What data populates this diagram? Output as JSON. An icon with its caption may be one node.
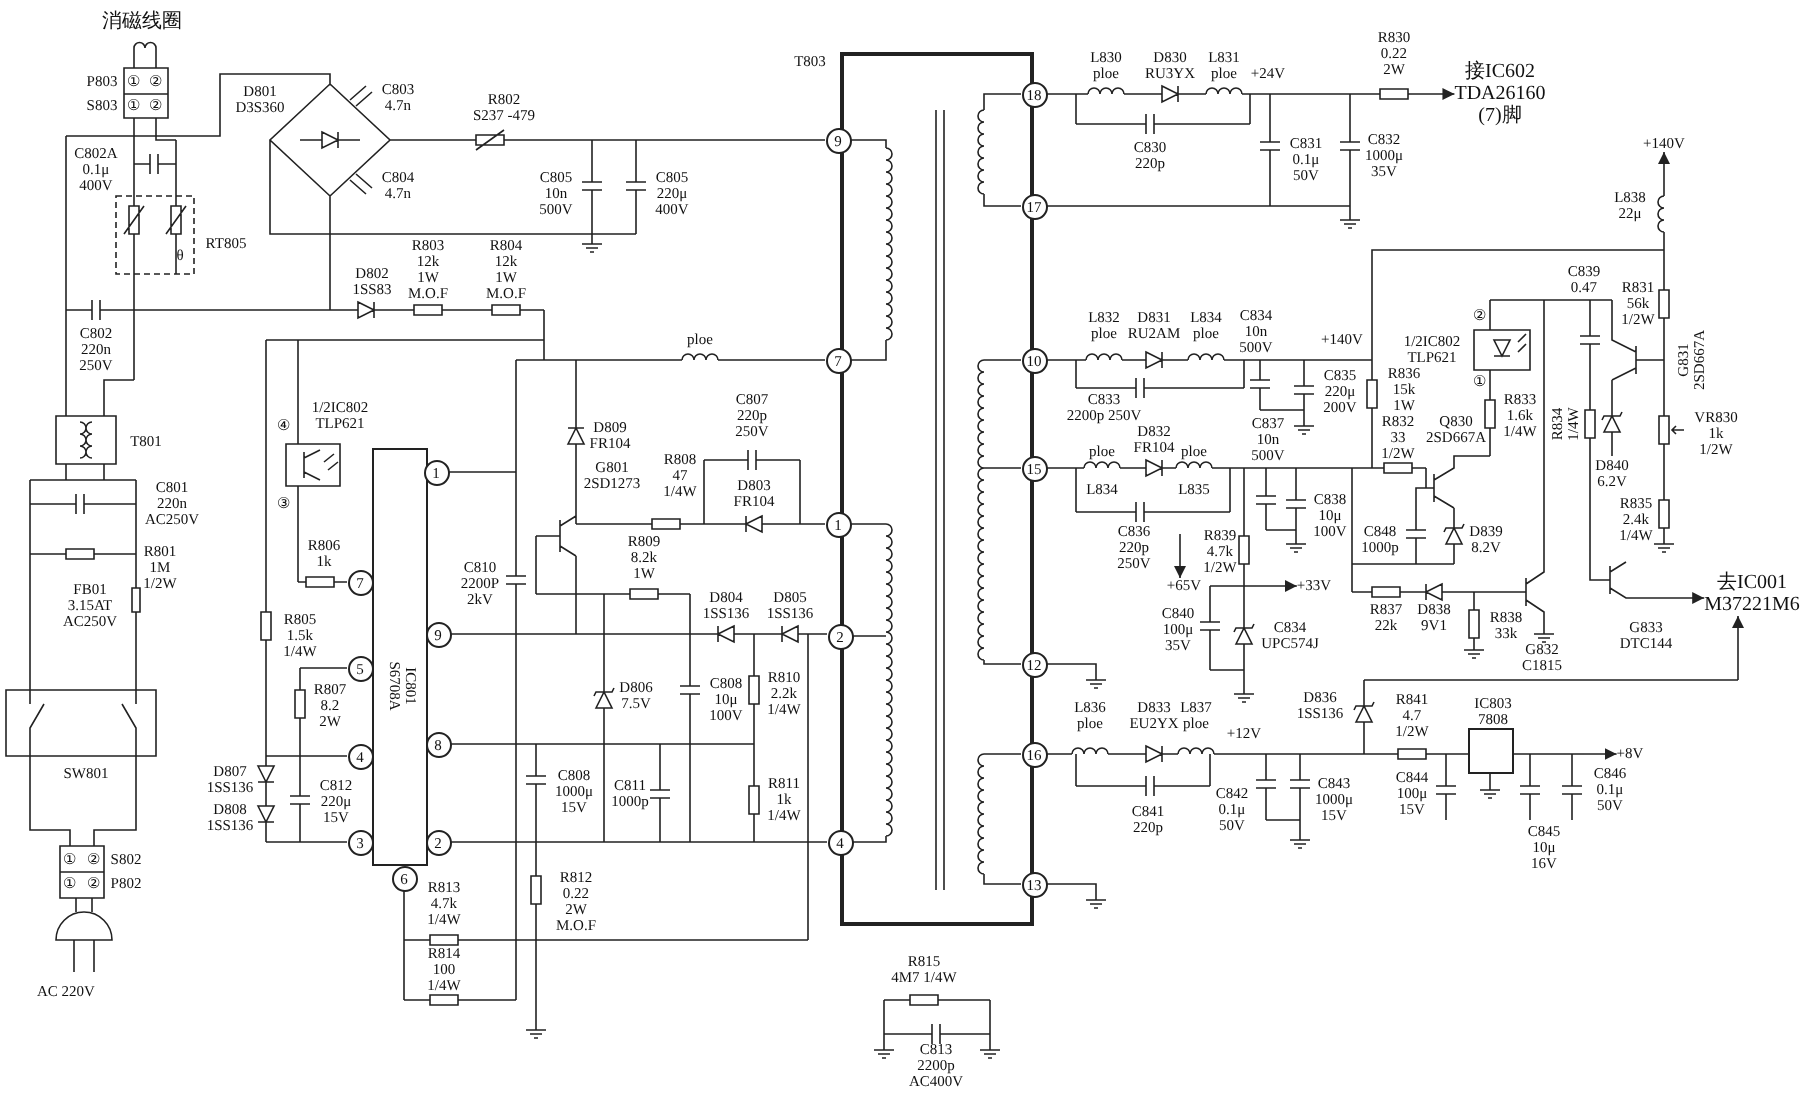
{
  "diagram": {
    "nodes": [
      {
        "text": [
          "T803"
        ]
      },
      {
        "text": [
          "9"
        ]
      },
      {
        "text": [
          "7"
        ]
      },
      {
        "text": [
          "1"
        ]
      },
      {
        "text": [
          "2"
        ]
      },
      {
        "text": [
          "4"
        ]
      },
      {
        "text": [
          "18"
        ]
      },
      {
        "text": [
          "17"
        ]
      },
      {
        "text": [
          "10"
        ]
      },
      {
        "text": [
          "15"
        ]
      },
      {
        "text": [
          "12"
        ]
      },
      {
        "text": [
          "16"
        ]
      },
      {
        "text": [
          "13"
        ]
      },
      {
        "text": [
          "IC801 S6708A"
        ]
      },
      {
        "text": [
          "1"
        ]
      },
      {
        "text": [
          "7"
        ]
      },
      {
        "text": [
          "5"
        ]
      },
      {
        "text": [
          "9"
        ]
      },
      {
        "text": [
          "4"
        ]
      },
      {
        "text": [
          "8"
        ]
      },
      {
        "text": [
          "3"
        ]
      },
      {
        "text": [
          "2"
        ]
      },
      {
        "text": [
          "6"
        ]
      },
      {
        "text": [
          "IC803 7808"
        ]
      },
      {
        "text": [
          "接IC602 TDA26160 (7)脚"
        ]
      },
      {
        "text": [
          "+140V"
        ]
      },
      {
        "text": [
          "+33V"
        ]
      },
      {
        "text": [
          "去IC001 M37221M6"
        ]
      },
      {
        "text": [
          "+8V"
        ]
      },
      {
        "text": [
          "+65V"
        ]
      }
    ],
    "edges": [
      {
        "from": null,
        "to": 24,
        "arrow": "to"
      },
      {
        "from": null,
        "to": 25,
        "arrow": "to"
      },
      {
        "from": null,
        "to": 26,
        "arrow": "to"
      },
      {
        "from": null,
        "to": 27,
        "arrow": "to"
      },
      {
        "from": null,
        "to": 27,
        "arrow": "to"
      },
      {
        "from": null,
        "to": 28,
        "arrow": "to"
      },
      {
        "from": null,
        "to": 29,
        "arrow": "to"
      }
    ],
    "labels": [
      "消磁线圈",
      "P803",
      "①",
      "②",
      "S803",
      "①",
      "②",
      "D801 D3S360",
      "C803 4.7n",
      "R802 S237 -479",
      "C802A 0.1μ 400V",
      "C804 4.7n",
      "C805 10n 500V",
      "C805 220μ 400V",
      "RT805",
      "θ",
      "D802 1SS83",
      "R803 12k 1W M.O.F",
      "R804 12k 1W M.O.F",
      "C802 220n 250V",
      "④",
      "1/2IC802 TLP621",
      "T801",
      "③",
      "C801 220n AC250V",
      "R806 1k",
      "R801 1M 1/2W",
      "C810 2200P 2kV",
      "FB01 3.15AT AC250V",
      "R805 1.5k 1/4W",
      "R807 8.2 2W",
      "SW801",
      "D807 1SS136",
      "C812 220μ 15V",
      "D808 1SS136",
      "C808 1000μ 15V",
      "①",
      "②",
      "S802",
      "①",
      "②",
      "P802",
      "R813 4.7k 1/4W",
      "R812 0.22 2W M.O.F",
      "R814 100 1/4W",
      "AC 220V",
      "ploe",
      "C807 220p 250V",
      "D809 FR104",
      "G801 2SD1273",
      "R808 47 1/4W",
      "D803 FR104",
      "R809 8.2k 1W",
      "D804 1SS136",
      "D805 1SS136",
      "R810 2.2k 1/4W",
      "D806 7.5V",
      "C808 10μ 100V",
      "C811 1000p",
      "R811 1k 1/4W",
      "R815 4M7 1/4W",
      "C813 2200p AC400V",
      "L830 ploe",
      "D830 RU3YX",
      "L831 ploe",
      "+24V",
      "R830 0.22 2W",
      "C830 220p",
      "C831 0.1μ 50V",
      "C832 1000μ 35V",
      "L838 22μ",
      "C839 0.47",
      "R831 56k 1/2W",
      "L832 ploe",
      "D831 RU2AM",
      "L834 ploe",
      "C834 10n 500V",
      "+140V",
      "1/2IC802 TLP621",
      "②",
      "G831 2SD667A",
      "C835 220μ 200V",
      "R836 15k 1W",
      "①",
      "C833 2200p 250V",
      "R833 1.6k 1/4W",
      "R834 1/4W",
      "VR830 1k 1/2W",
      "D832 FR104",
      "C837 10n 500V",
      "R832 33 1/2W",
      "Q830 2SD667A",
      "ploe",
      "ploe",
      "D840 6.2V",
      "L834",
      "L835",
      "C838 10μ 100V",
      "R835 2.4k 1/4W",
      "C836 220p 250V",
      "C848 1000p",
      "D839 8.2V",
      "R839 4.7k 1/2W",
      "R837 22k",
      "D838 9V1",
      "R838 33k",
      "C840 100μ 35V",
      "C834 UPC574J",
      "G833 DTC144",
      "G832 C1815",
      "L836 ploe",
      "D833 EU2YX",
      "L837 ploe",
      "+12V",
      "D836 1SS136",
      "R841 4.7 1/2W",
      "C841 220p",
      "C842 0.1μ 50V",
      "C843 1000μ 15V",
      "C844 100μ 15V",
      "C846 0.1μ 50V",
      "C845 10μ 16V"
    ]
  }
}
